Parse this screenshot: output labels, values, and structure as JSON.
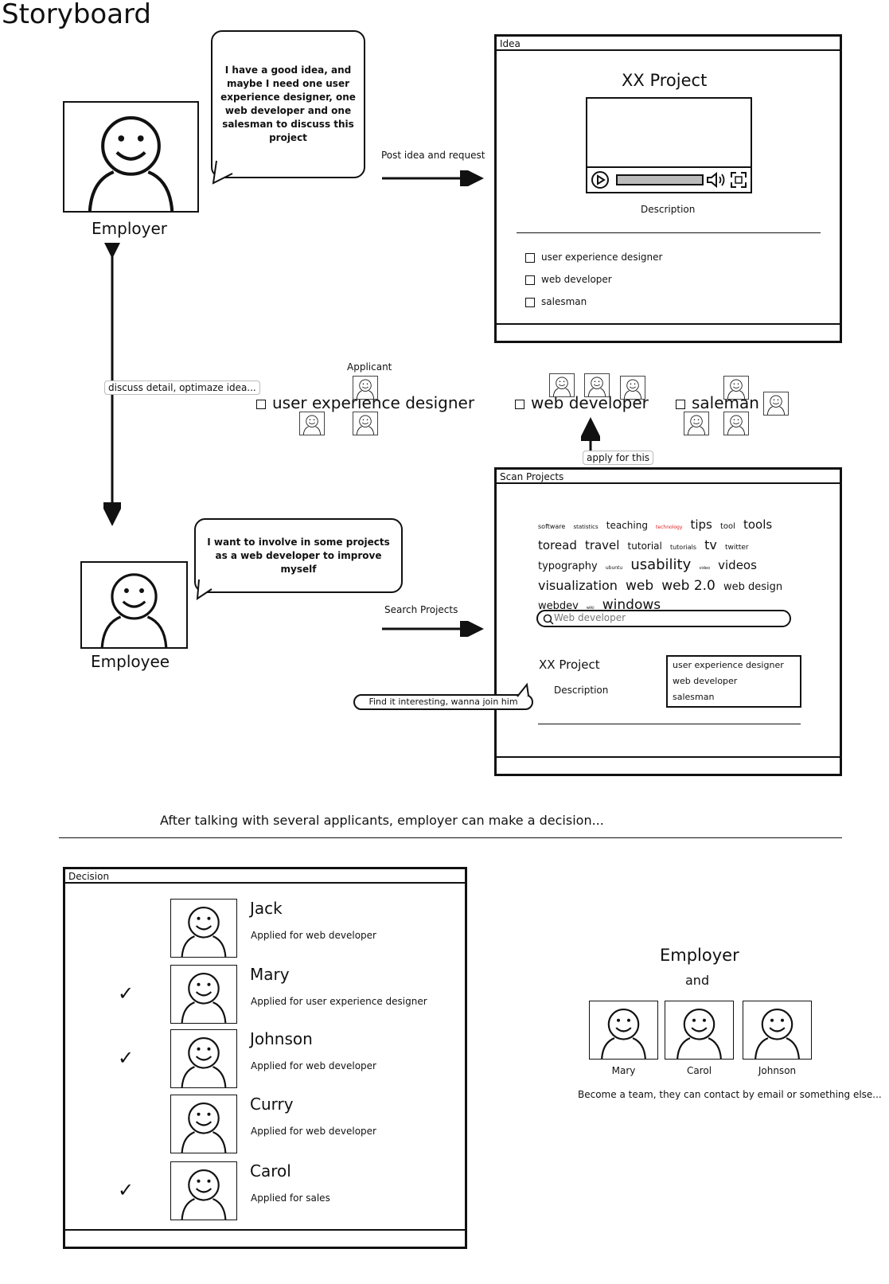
{
  "title": "Storyboard",
  "employer": {
    "label": "Employer",
    "speech": "I have a good idea, and maybe I need one user experience designer, one web developer and one salesman to discuss this project"
  },
  "arrows": {
    "post_idea": "Post idea and request",
    "discuss": "discuss detail, optimaze idea...",
    "search": "Search Projects",
    "apply": "apply for this"
  },
  "idea_window": {
    "title": "Idea",
    "project_title": "XX Project",
    "description": "Description",
    "roles": [
      "user experience designer",
      "web developer",
      "salesman"
    ]
  },
  "applicants": {
    "label": "Applicant",
    "roles": [
      "user experience designer",
      "web developer",
      "saleman"
    ]
  },
  "employee": {
    "label": "Employee",
    "speech": "I want to involve in some projects as a web developer to improve myself"
  },
  "scan_window": {
    "title": "Scan Projects",
    "tags": [
      {
        "t": "software",
        "s": 8
      },
      {
        "t": "statistics",
        "s": 7
      },
      {
        "t": "teaching",
        "s": 12
      },
      {
        "t": "technology",
        "s": 6,
        "c": "#e02020"
      },
      {
        "t": "tips",
        "s": 15
      },
      {
        "t": "tool",
        "s": 10
      },
      {
        "t": "tools",
        "s": 15
      },
      {
        "t": "toread",
        "s": 15
      },
      {
        "t": "travel",
        "s": 15
      },
      {
        "t": "tutorial",
        "s": 12
      },
      {
        "t": "tutorials",
        "s": 8
      },
      {
        "t": "tv",
        "s": 16
      },
      {
        "t": "twitter",
        "s": 9
      },
      {
        "t": "typography",
        "s": 13
      },
      {
        "t": "ubuntu",
        "s": 6
      },
      {
        "t": "usability",
        "s": 18
      },
      {
        "t": "video",
        "s": 5
      },
      {
        "t": "videos",
        "s": 15
      },
      {
        "t": "visualization",
        "s": 16
      },
      {
        "t": "web",
        "s": 17
      },
      {
        "t": "web 2.0",
        "s": 17
      },
      {
        "t": "web design",
        "s": 13
      },
      {
        "t": "webdev",
        "s": 13
      },
      {
        "t": "wiki",
        "s": 5
      },
      {
        "t": "windows",
        "s": 17
      }
    ],
    "search_placeholder": "Web developer",
    "project_title": "XX Project",
    "description": "Description",
    "roles": [
      "user experience designer",
      "web developer",
      "salesman"
    ],
    "callout": "Find it interesting, wanna join him"
  },
  "decision_intro": "After talking with several applicants, employer can make a decision...",
  "decision_window": {
    "title": "Decision",
    "check_mark": "✓",
    "applicants": [
      {
        "name": "Jack",
        "applied": "Applied for web developer",
        "checked": false
      },
      {
        "name": "Mary",
        "applied": "Applied for user experience designer",
        "checked": true
      },
      {
        "name": "Johnson",
        "applied": "Applied for web developer",
        "checked": true
      },
      {
        "name": "Curry",
        "applied": "Applied for web developer",
        "checked": false
      },
      {
        "name": "Carol",
        "applied": "Applied for sales",
        "checked": true
      }
    ]
  },
  "team": {
    "title": "Employer",
    "and": "and",
    "members": [
      "Mary",
      "Carol",
      "Johnson"
    ],
    "caption": "Become a team, they can contact by email or something else..."
  }
}
